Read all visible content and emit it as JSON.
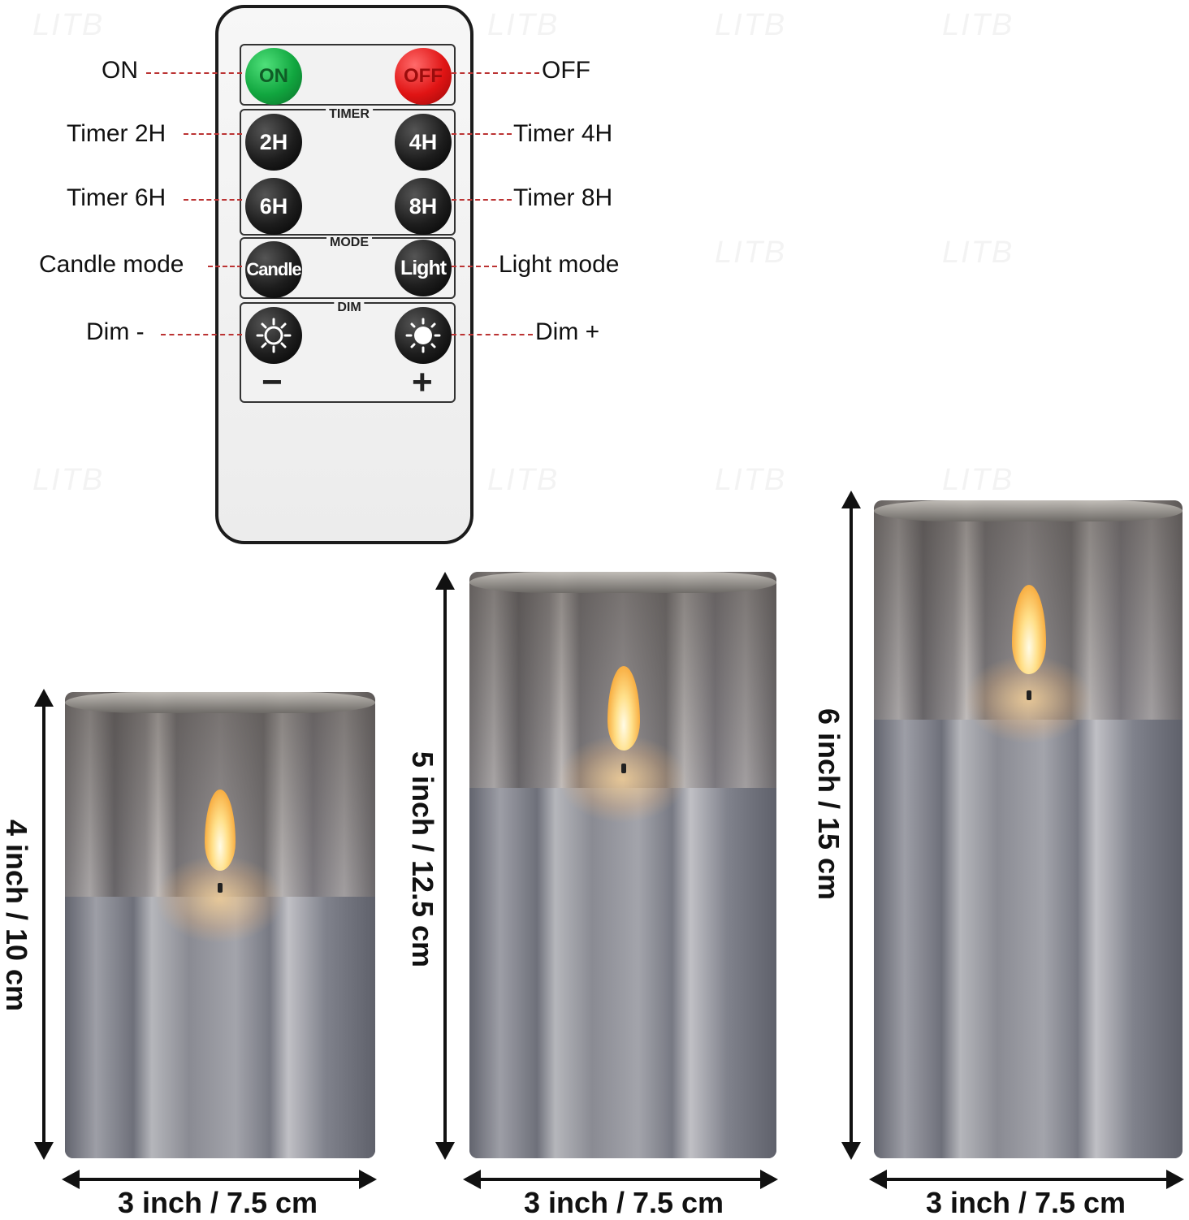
{
  "watermark": "LITB",
  "remote": {
    "groups": {
      "timer": "TIMER",
      "mode": "MODE",
      "dim": "DIM"
    },
    "buttons": {
      "on": "ON",
      "off": "OFF",
      "t2": "2H",
      "t4": "4H",
      "t6": "6H",
      "t8": "8H",
      "candle": "Candle",
      "light": "Light",
      "minus": "−",
      "plus": "+"
    }
  },
  "callouts": {
    "on": "ON",
    "off": "OFF",
    "timer2": "Timer 2H",
    "timer4": "Timer 4H",
    "timer6": "Timer 6H",
    "timer8": "Timer 8H",
    "candle_mode": "Candle mode",
    "light_mode": "Light mode",
    "dim_minus": "Dim -",
    "dim_plus": "Dim +"
  },
  "candles": [
    {
      "height_label": "4 inch / 10 cm",
      "width_label": "3 inch / 7.5 cm"
    },
    {
      "height_label": "5 inch / 12.5 cm",
      "width_label": "3 inch / 7.5 cm"
    },
    {
      "height_label": "6 inch / 15 cm",
      "width_label": "3 inch / 7.5 cm"
    }
  ],
  "colors": {
    "on_button": "#11a63f",
    "off_button": "#e01414",
    "callout_line": "#b33333"
  }
}
